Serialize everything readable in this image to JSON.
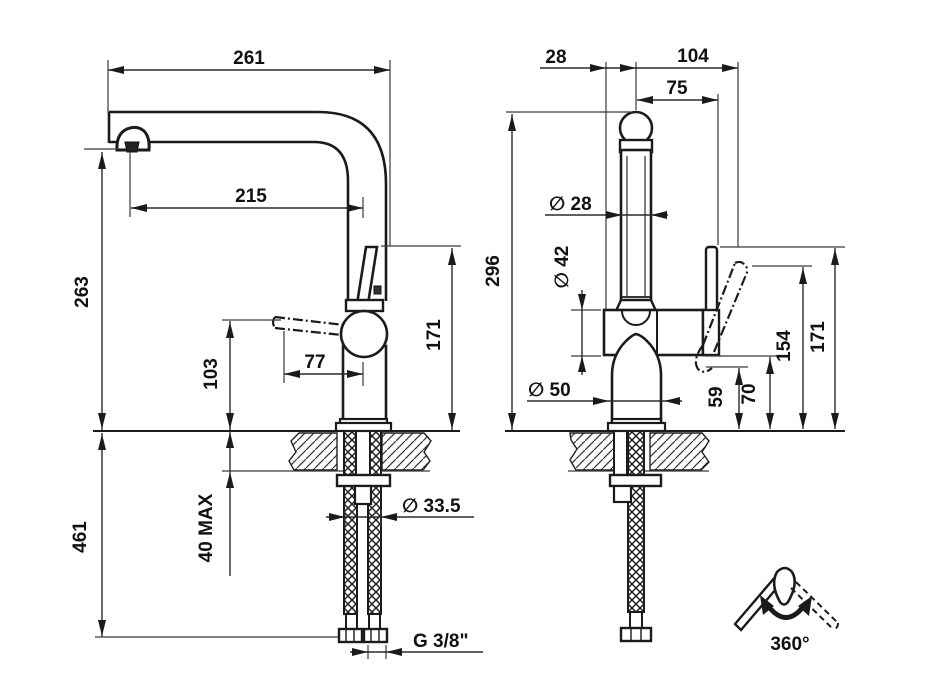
{
  "side": {
    "dims": {
      "overall_reach": "261",
      "spout_reach": "215",
      "spout_height": "263",
      "handle_height": "103",
      "handle_length": "77",
      "body_height": "171",
      "install_depth": "461",
      "deck_thickness_max": "40 MAX",
      "deck_hole_diameter": "∅ 33.5",
      "hose_thread": "G 3/8\""
    }
  },
  "front": {
    "dims": {
      "spout_offset": "28",
      "handle_span": "104",
      "handle_offset": "75",
      "spout_diameter": "∅ 28",
      "body_diameter": "∅ 42",
      "base_diameter": "∅ 50",
      "overall_height": "296",
      "lever_low_clearance": "59",
      "body_underside_height": "70",
      "lever_tilted_height": "154",
      "lever_top_height": "171"
    }
  },
  "icon": {
    "rotation_label": "360°"
  }
}
